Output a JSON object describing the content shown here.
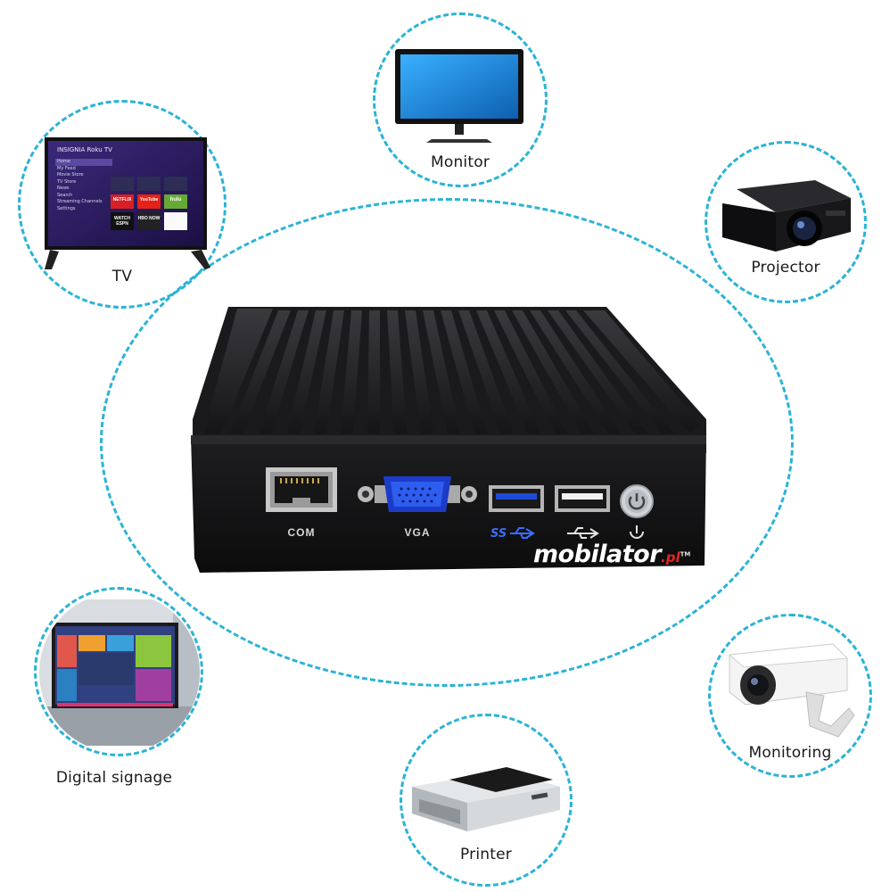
{
  "devices": {
    "monitor": {
      "label": "Monitor",
      "icon": "monitor-icon"
    },
    "tv": {
      "label": "TV",
      "icon": "tv-icon",
      "screen_brand": "INSIGNIA  Roku TV",
      "screen_menu": [
        "Home",
        "My Feed",
        "Movie Store",
        "TV Store",
        "News",
        "Search",
        "Streaming Channels",
        "Settings"
      ],
      "screen_apps": [
        "NETFLIX",
        "YouTube",
        "hulu",
        "WATCH ESPN",
        "HBO NOW",
        ""
      ]
    },
    "projector": {
      "label": "Projector",
      "icon": "projector-icon"
    },
    "digital_signage": {
      "label": "Digital signage",
      "icon": "digital-signage-icon"
    },
    "monitoring": {
      "label": "Monitoring",
      "icon": "security-camera-icon"
    },
    "printer": {
      "label": "Printer",
      "icon": "printer-icon"
    }
  },
  "mini_pc": {
    "ports": {
      "com": "COM",
      "vga": "VGA"
    },
    "logo": {
      "text": "mobilator",
      "suffix": ".pl",
      "tm": "TM"
    }
  },
  "colors": {
    "ring": "#2bb3d6",
    "case": "#1c1c1e",
    "logo_accent": "#e0281e"
  }
}
